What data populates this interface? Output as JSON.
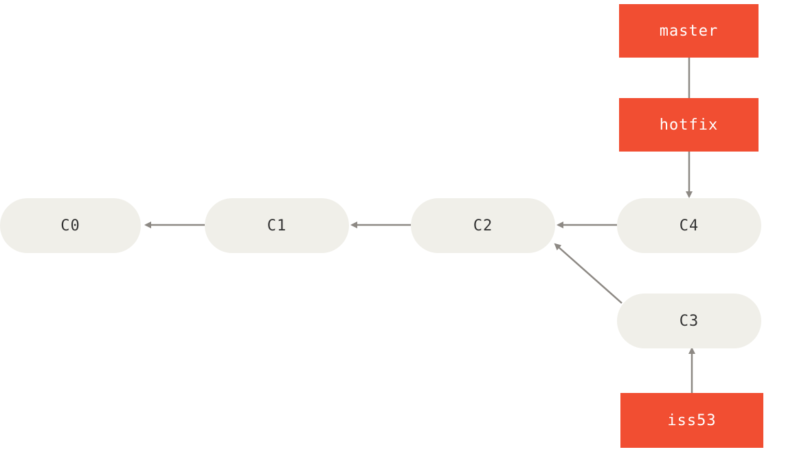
{
  "colors": {
    "commit_fill": "#f0efe9",
    "commit_text": "#333333",
    "branch_fill": "#f14e32",
    "branch_text": "#ffffff",
    "arrow": "#8d8984"
  },
  "commits": [
    {
      "id": "c0",
      "label": "C0"
    },
    {
      "id": "c1",
      "label": "C1"
    },
    {
      "id": "c2",
      "label": "C2"
    },
    {
      "id": "c4",
      "label": "C4"
    },
    {
      "id": "c3",
      "label": "C3"
    }
  ],
  "branches": [
    {
      "id": "master",
      "label": "master"
    },
    {
      "id": "hotfix",
      "label": "hotfix"
    },
    {
      "id": "iss53",
      "label": "iss53"
    }
  ],
  "edges": [
    {
      "from": "c1",
      "to": "c0"
    },
    {
      "from": "c2",
      "to": "c1"
    },
    {
      "from": "c4",
      "to": "c2"
    },
    {
      "from": "c3",
      "to": "c2"
    },
    {
      "from": "hotfix",
      "to": "c4"
    },
    {
      "from": "iss53",
      "to": "c3"
    },
    {
      "from": "master",
      "to": "hotfix"
    }
  ]
}
